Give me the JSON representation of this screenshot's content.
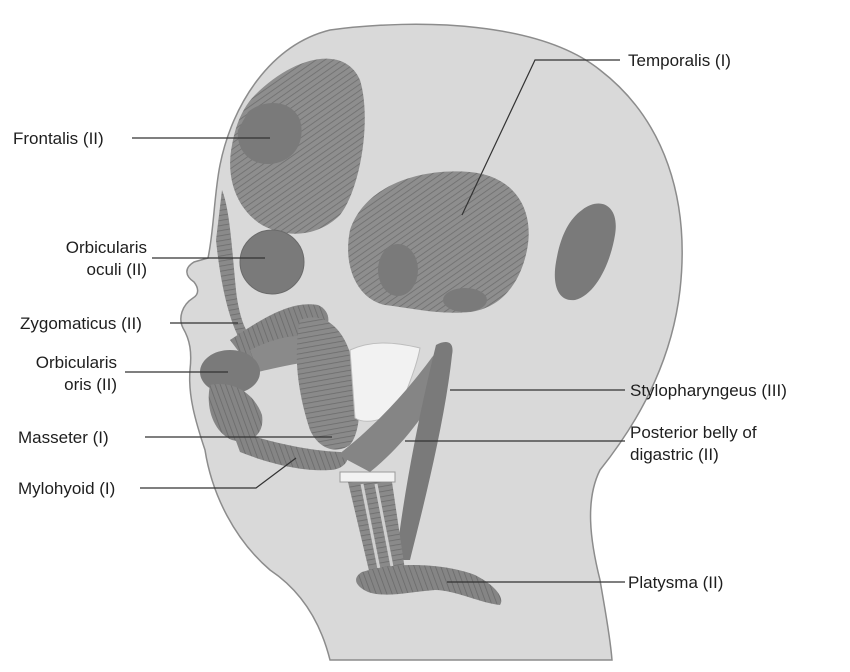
{
  "colors": {
    "background": "#ffffff",
    "head_fill": "#d9d9d9",
    "head_stroke": "#8c8c8c",
    "muscle_dark": "#7a7a7a",
    "muscle_mid": "#8e8e8e",
    "cartilage": "#f2f2f2",
    "leader_line": "#333333",
    "label_text": "#1e1e1e"
  },
  "labels": {
    "frontalis": "Frontalis (II)",
    "orbicularis_oculi_1": "Orbicularis",
    "orbicularis_oculi_2": "oculi (II)",
    "zygomaticus": "Zygomaticus (II)",
    "orbicularis_oris_1": "Orbicularis",
    "orbicularis_oris_2": "oris (II)",
    "masseter": "Masseter (I)",
    "mylohyoid": "Mylohyoid (I)",
    "temporalis": "Temporalis (I)",
    "stylopharyngeus": "Stylopharyngeus (III)",
    "posterior_digastric_1": "Posterior belly of",
    "posterior_digastric_2": "digastric (II)",
    "platysma": "Platysma (II)"
  }
}
